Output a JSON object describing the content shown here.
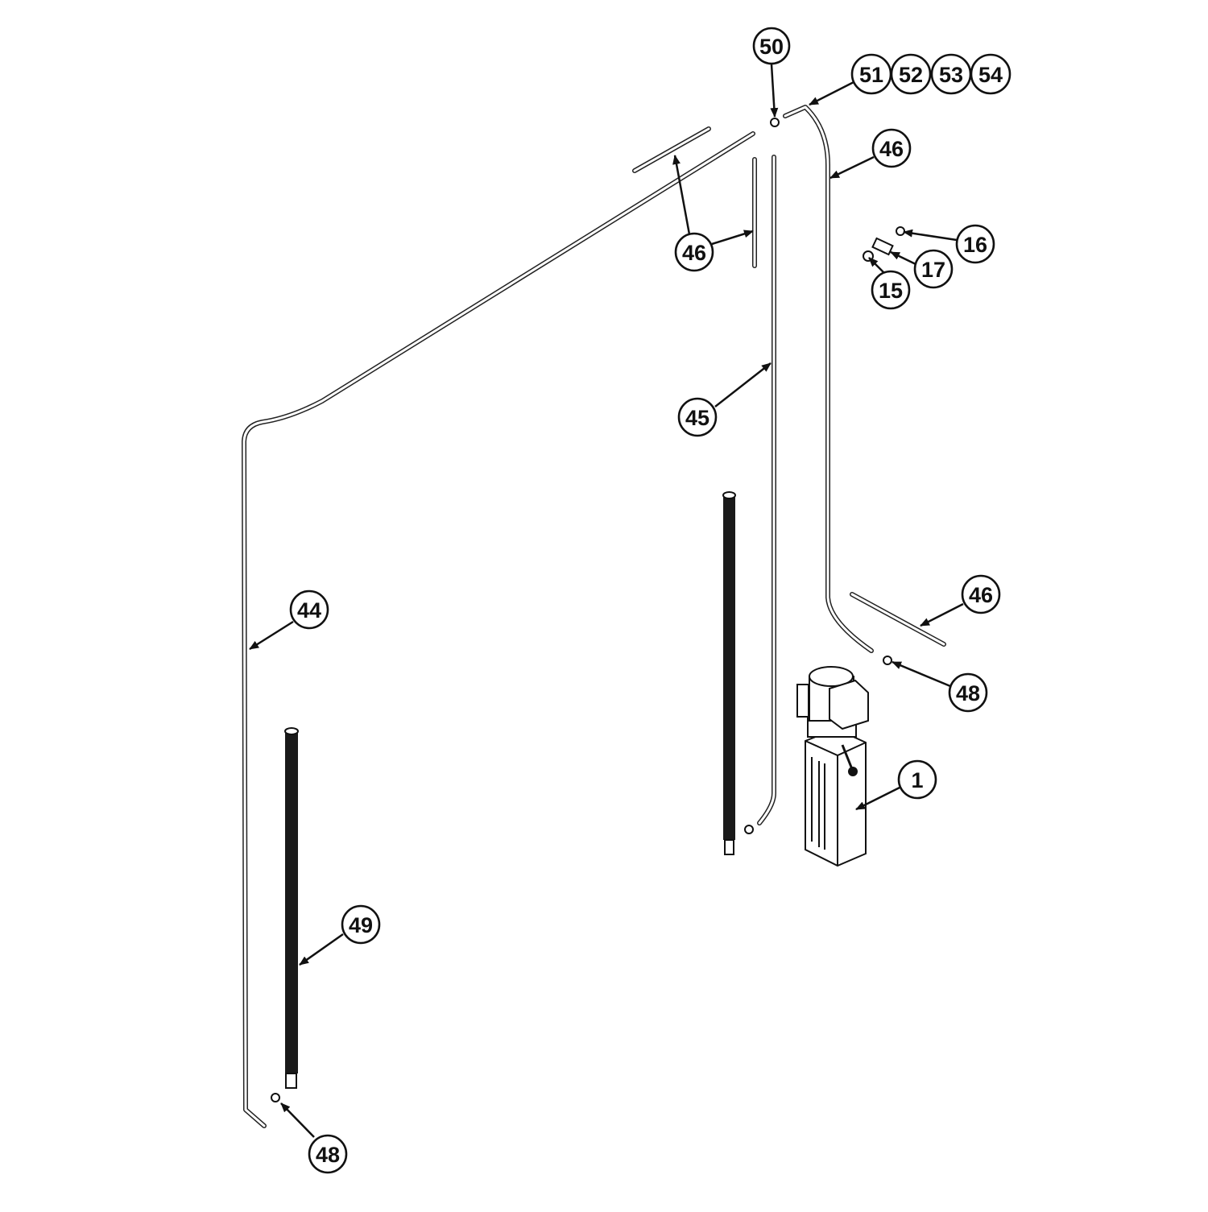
{
  "diagram": {
    "colors": {
      "ink": "#111111",
      "background": "#ffffff"
    },
    "callouts": {
      "c50": "50",
      "c51": "51",
      "c52": "52",
      "c53": "53",
      "c54": "54",
      "c46a": "46",
      "c16": "16",
      "c17": "17",
      "c15": "15",
      "c46b": "46",
      "c45": "45",
      "c46c": "46",
      "c48a": "48",
      "c1": "1",
      "c44": "44",
      "c49": "49",
      "c48b": "48"
    }
  }
}
